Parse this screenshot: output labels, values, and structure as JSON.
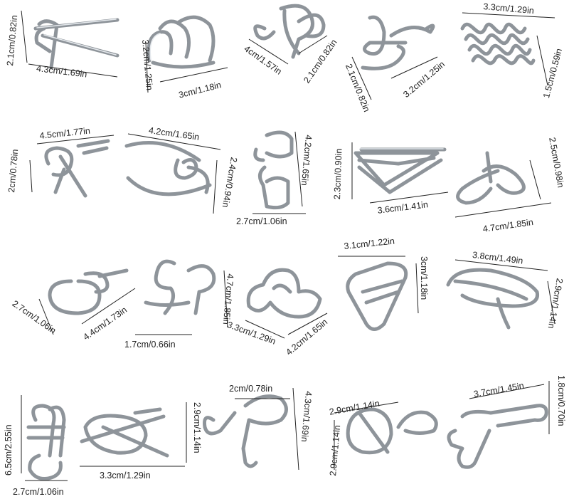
{
  "puzzles": [
    {
      "labels": [
        "2.1cm/0.82in",
        "4.3cm/1.69in"
      ]
    },
    {
      "labels": [
        "3.2cm/1.25in",
        "3cm/1.18in"
      ]
    },
    {
      "labels": [
        "4cm/1.57in",
        "2.1cm/0.82in"
      ]
    },
    {
      "labels": [
        "2.1cm/0.82in",
        "3.2cm/1.25in"
      ]
    },
    {
      "labels": [
        "3.3cm/1.29in",
        "1.5cm/0.59in"
      ]
    },
    {
      "labels": [
        "4.5cm/1.77in",
        "2cm/0.78in"
      ]
    },
    {
      "labels": [
        "4.2cm/1.65in",
        "2.4cm/0.94in"
      ]
    },
    {
      "labels": [
        "4.2cm/1.65in",
        "2.7cm/1.06in"
      ]
    },
    {
      "labels": [
        "2.3cm/0.90in",
        "3.6cm/1.41in"
      ]
    },
    {
      "labels": [
        "2.5cm/0.98in",
        "4.7cm/1.85in"
      ]
    },
    {
      "labels": [
        "2.7cm/1.06in",
        "4.4cm/1.73in"
      ]
    },
    {
      "labels": [
        "4.7cm/1.85in",
        "1.7cm/0.66in"
      ]
    },
    {
      "labels": [
        "3.3cm/1.29in",
        "4.2cm/1.65in"
      ]
    },
    {
      "labels": [
        "3.1cm/1.22in",
        "3cm/1.18in"
      ]
    },
    {
      "labels": [
        "3.8cm/1.49in",
        "2.9cm/1.14in"
      ]
    },
    {
      "labels": [
        "6.5cm/2.55in",
        "2.7cm/1.06in"
      ]
    },
    {
      "labels": [
        "2.9cm/1.14in",
        "3.3cm/1.29in"
      ]
    },
    {
      "labels": [
        "2cm/0.78in",
        "4.3cm/1.69in"
      ]
    },
    {
      "labels": [
        "2.9cm/1.14in",
        "2.9cm/1.14in"
      ]
    },
    {
      "labels": [
        "3.7cm/1.45in",
        "1.8cm/0.70in"
      ]
    }
  ]
}
